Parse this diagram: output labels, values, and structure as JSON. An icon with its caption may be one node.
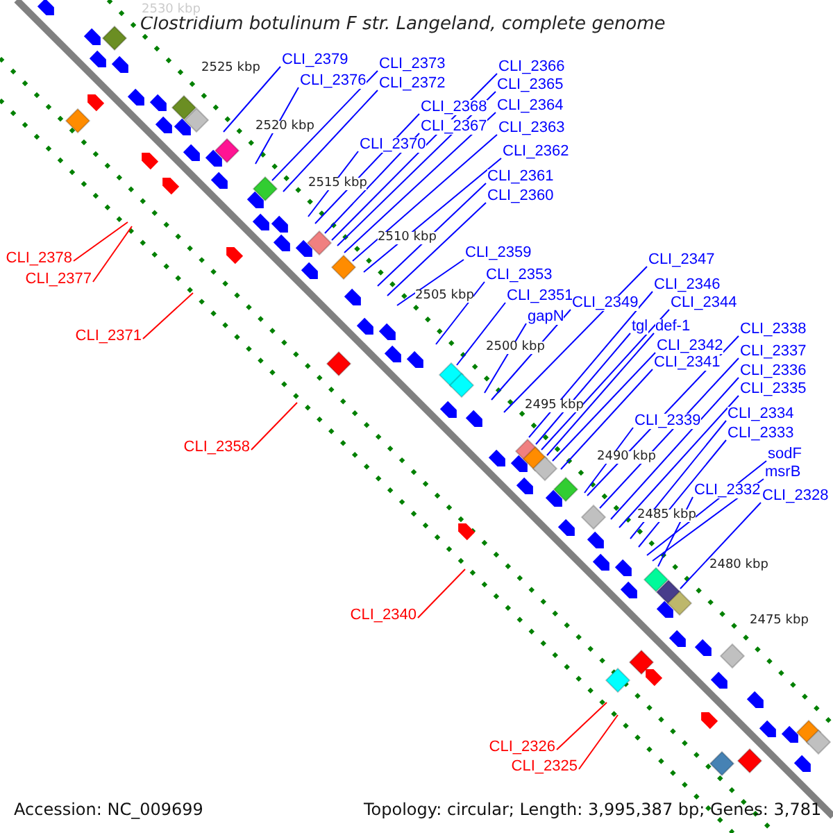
{
  "diagram": {
    "title": "Clostridium botulinum F str. Langeland, complete genome",
    "nodes": [
      {
        "text": [
          "CLI_2379"
        ]
      },
      {
        "text": [
          "CLI_2373"
        ]
      },
      {
        "text": [
          "CLI_2366"
        ]
      },
      {
        "text": [
          "CLI_2376"
        ]
      },
      {
        "text": [
          "CLI_2372"
        ]
      },
      {
        "text": [
          "CLI_2365"
        ]
      },
      {
        "text": [
          "CLI_2364"
        ]
      },
      {
        "text": [
          "CLI_2368"
        ]
      },
      {
        "text": [
          "CLI_2367"
        ]
      },
      {
        "text": [
          "CLI_2363"
        ]
      },
      {
        "text": [
          "CLI_2370"
        ]
      },
      {
        "text": [
          "CLI_2362"
        ]
      },
      {
        "text": [
          "CLI_2361"
        ]
      },
      {
        "text": [
          "CLI_2360"
        ]
      },
      {
        "text": [
          "CLI_2359"
        ]
      },
      {
        "text": [
          "CLI_2378"
        ]
      },
      {
        "text": [
          "CLI_2347"
        ]
      },
      {
        "text": [
          "CLI_2353"
        ]
      },
      {
        "text": [
          "CLI_2377"
        ]
      },
      {
        "text": [
          "CLI_2346"
        ]
      },
      {
        "text": [
          "CLI_2351"
        ]
      },
      {
        "text": [
          "CLI_2349"
        ]
      },
      {
        "text": [
          "CLI_2344"
        ]
      },
      {
        "text": [
          "gapN"
        ]
      },
      {
        "text": [
          "tgl"
        ]
      },
      {
        "text": [
          "def-1"
        ]
      },
      {
        "text": [
          "CLI_2338"
        ]
      },
      {
        "text": [
          "CLI_2371"
        ]
      },
      {
        "text": [
          "CLI_2342"
        ]
      },
      {
        "text": [
          "CLI_2337"
        ]
      },
      {
        "text": [
          "CLI_2341"
        ]
      },
      {
        "text": [
          "CLI_2336"
        ]
      },
      {
        "text": [
          "CLI_2335"
        ]
      },
      {
        "text": [
          "CLI_2334"
        ]
      },
      {
        "text": [
          "CLI_2339"
        ]
      },
      {
        "text": [
          "CLI_2333"
        ]
      },
      {
        "text": [
          "CLI_2358"
        ]
      },
      {
        "text": [
          "sodF"
        ]
      },
      {
        "text": [
          "msrB"
        ]
      },
      {
        "text": [
          "CLI_2332"
        ]
      },
      {
        "text": [
          "CLI_2328"
        ]
      },
      {
        "text": [
          "CLI_2340"
        ]
      },
      {
        "text": [
          "CLI_2326"
        ]
      },
      {
        "text": [
          "CLI_2325"
        ]
      }
    ],
    "edges": [
      {
        "from": 0,
        "to": null,
        "arrow": "none"
      },
      {
        "from": 1,
        "to": null,
        "arrow": "none"
      },
      {
        "from": 2,
        "to": null,
        "arrow": "none"
      },
      {
        "from": 3,
        "to": null,
        "arrow": "none"
      },
      {
        "from": 4,
        "to": null,
        "arrow": "none"
      },
      {
        "from": 5,
        "to": null,
        "arrow": "none"
      },
      {
        "from": 6,
        "to": null,
        "arrow": "none"
      },
      {
        "from": 7,
        "to": null,
        "arrow": "none"
      },
      {
        "from": 8,
        "to": null,
        "arrow": "none"
      },
      {
        "from": 9,
        "to": null,
        "arrow": "none"
      },
      {
        "from": 10,
        "to": null,
        "arrow": "none"
      },
      {
        "from": 11,
        "to": null,
        "arrow": "none"
      },
      {
        "from": 12,
        "to": null,
        "arrow": "none"
      },
      {
        "from": 13,
        "to": null,
        "arrow": "none"
      },
      {
        "from": 14,
        "to": null,
        "arrow": "none"
      },
      {
        "from": 15,
        "to": null,
        "arrow": "none",
        "color": "#ff0000"
      },
      {
        "from": 16,
        "to": null,
        "arrow": "none"
      },
      {
        "from": 17,
        "to": null,
        "arrow": "none"
      },
      {
        "from": 18,
        "to": null,
        "arrow": "none",
        "color": "#ff0000"
      },
      {
        "from": 19,
        "to": null,
        "arrow": "none"
      },
      {
        "from": 20,
        "to": null,
        "arrow": "none"
      },
      {
        "from": 21,
        "to": null,
        "arrow": "none"
      },
      {
        "from": 22,
        "to": null,
        "arrow": "none"
      },
      {
        "from": 23,
        "to": null,
        "arrow": "none"
      },
      {
        "from": 24,
        "to": null,
        "arrow": "none"
      },
      {
        "from": 25,
        "to": null,
        "arrow": "none"
      },
      {
        "from": 26,
        "to": null,
        "arrow": "none"
      },
      {
        "from": 27,
        "to": null,
        "arrow": "none",
        "color": "#ff0000"
      },
      {
        "from": 28,
        "to": null,
        "arrow": "none"
      },
      {
        "from": 29,
        "to": null,
        "arrow": "none"
      },
      {
        "from": 30,
        "to": null,
        "arrow": "none"
      },
      {
        "from": 31,
        "to": null,
        "arrow": "none"
      },
      {
        "from": 32,
        "to": null,
        "arrow": "none"
      },
      {
        "from": 33,
        "to": null,
        "arrow": "none"
      },
      {
        "from": 34,
        "to": null,
        "arrow": "none"
      },
      {
        "from": 35,
        "to": null,
        "arrow": "none"
      },
      {
        "from": 36,
        "to": null,
        "arrow": "none",
        "color": "#ff0000"
      },
      {
        "from": 37,
        "to": null,
        "arrow": "none"
      },
      {
        "from": 38,
        "to": null,
        "arrow": "none"
      },
      {
        "from": 39,
        "to": null,
        "arrow": "none"
      },
      {
        "from": 40,
        "to": null,
        "arrow": "none"
      },
      {
        "from": 41,
        "to": null,
        "arrow": "none",
        "color": "#ff0000"
      },
      {
        "from": 42,
        "to": null,
        "arrow": "none",
        "color": "#ff0000"
      },
      {
        "from": 43,
        "to": null,
        "arrow": "none",
        "color": "#ff0000"
      }
    ],
    "labels": [
      "2530 kbp",
      "2525 kbp",
      "2520 kbp",
      "2515 kbp",
      "2510 kbp",
      "2505 kbp",
      "2500 kbp",
      "2495 kbp",
      "2490 kbp",
      "2485 kbp",
      "2480 kbp",
      "2475 kbp",
      "Accession: NC_009699",
      "Topology: circular; Length: 3,995,387 bp; Genes: 3,781"
    ]
  }
}
